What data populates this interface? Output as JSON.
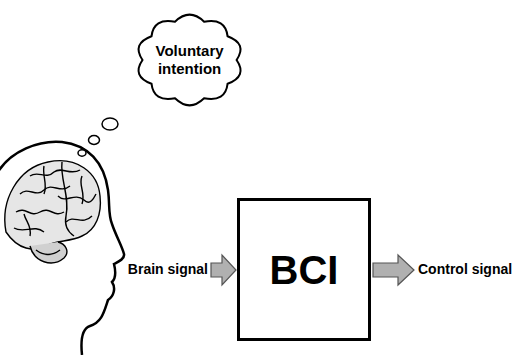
{
  "diagram": {
    "nodes": [
      {
        "text": [
          "Voluntary intention"
        ]
      },
      {
        "text": [
          "BCI"
        ]
      }
    ],
    "labels": [
      "Brain signal",
      "Control signal"
    ]
  }
}
